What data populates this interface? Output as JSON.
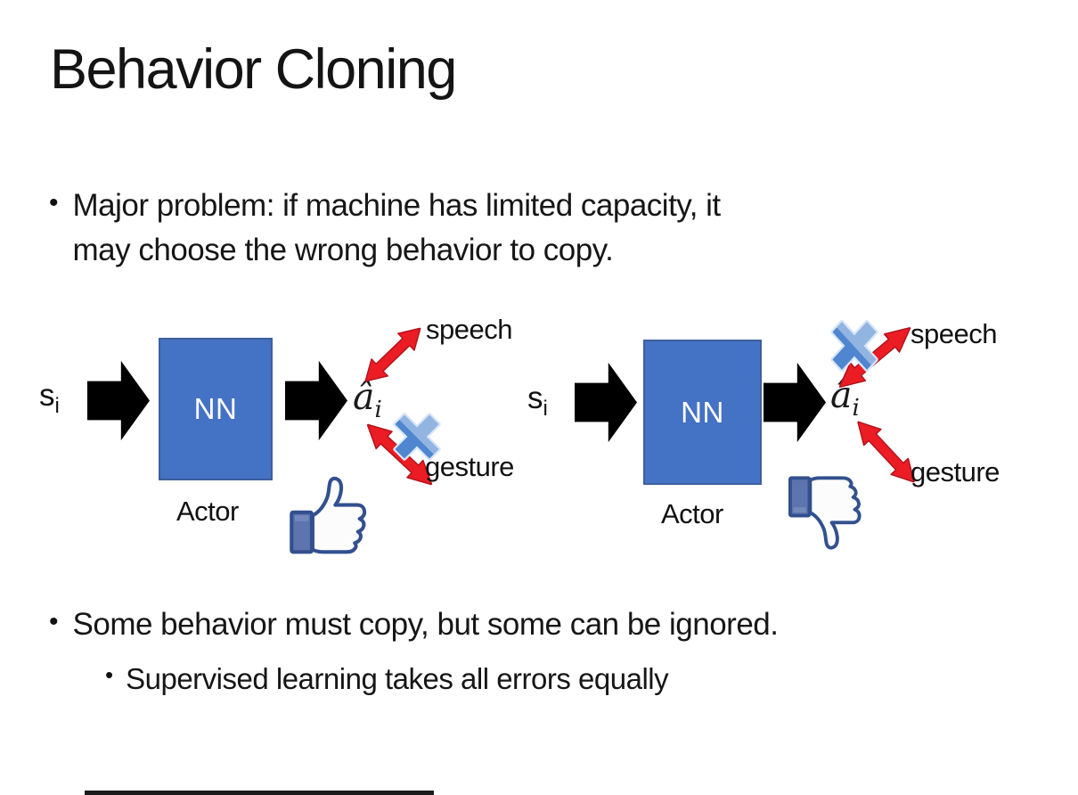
{
  "slide": {
    "title": "Behavior Cloning",
    "bullet_glyph": "•",
    "bullet1": {
      "line1": "Major problem: if machine has limited capacity, it",
      "line2": "may choose the wrong behavior to copy."
    },
    "bullet2": "Some behavior must copy, but some can be ignored.",
    "sub_bullet": "Supervised learning takes all errors equally"
  },
  "diagram_left": {
    "input_label": "s",
    "input_subscript": "i",
    "nn_label": "NN",
    "actor_label": "Actor",
    "output_label": "â",
    "output_subscript": "i",
    "speech_label": "speech",
    "gesture_label": "gesture",
    "crossed_out": "gesture",
    "feedback": "thumbs-up"
  },
  "diagram_right": {
    "input_label": "s",
    "input_subscript": "i",
    "nn_label": "NN",
    "actor_label": "Actor",
    "output_label": "â",
    "output_subscript": "i",
    "speech_label": "speech",
    "gesture_label": "gesture",
    "crossed_out": "speech",
    "feedback": "thumbs-down"
  },
  "colors": {
    "nn_box": "#4472C4",
    "block_arrow": "#000000",
    "double_arrow_red": "#EC1C24",
    "cross_blue": "#5B8FD4",
    "thumb_outline": "#32508E",
    "thumb_cuff": "#5D74AE",
    "background": "#FFFFFF"
  }
}
